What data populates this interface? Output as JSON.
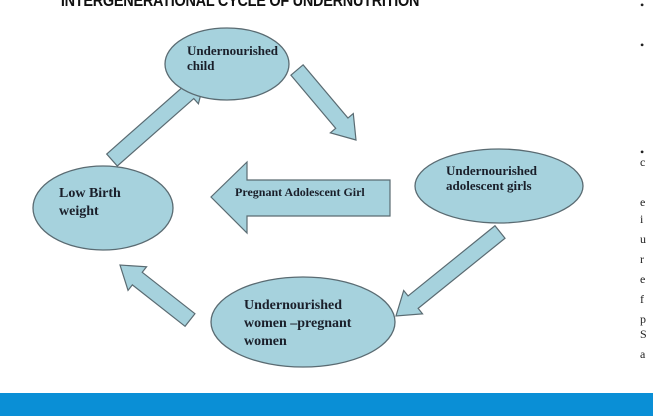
{
  "title": "INTERGENERATIONAL CYCLE OF UNDERNUTRITION",
  "nodes": {
    "child": "Undernourished child",
    "adolescent": "Undernourished adolescent girls",
    "women": "Undernourished women –pregnant women",
    "lbw": "Low Birth weight"
  },
  "center_arrow_label": "Pregnant Adolescent Girl",
  "right_edge_fragments": [
    "•",
    "•",
    "•",
    "c",
    "e",
    "i",
    "u",
    "r",
    "e",
    "f",
    "p",
    "S",
    "a"
  ],
  "colors": {
    "node_fill": "#a6d2dd",
    "node_stroke": "#5a6b72",
    "bar": "#0a8fd6"
  }
}
